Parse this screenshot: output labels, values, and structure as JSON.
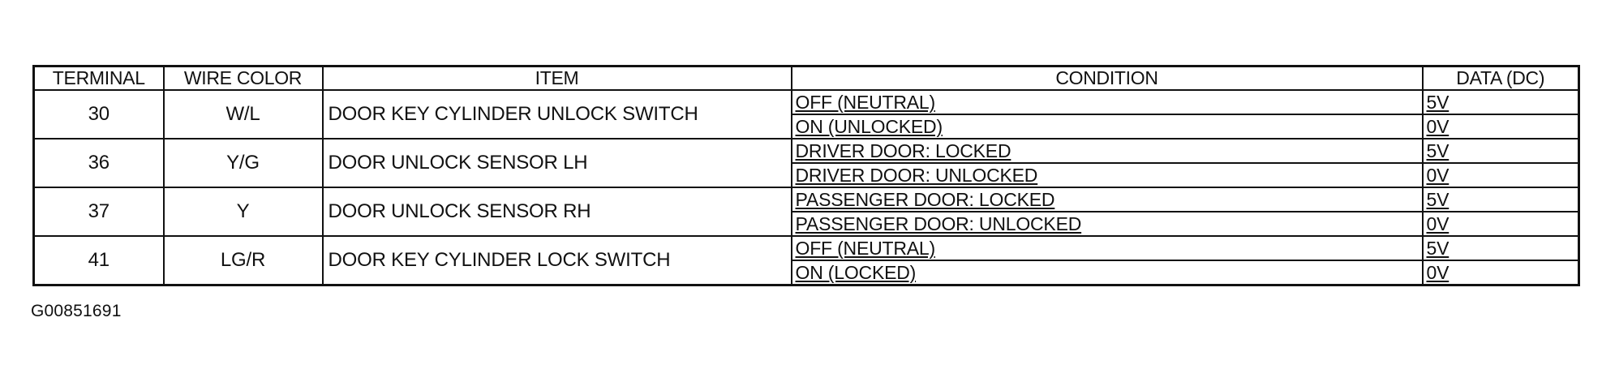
{
  "table": {
    "headers": [
      "TERMINAL",
      "WIRE COLOR",
      "ITEM",
      "CONDITION",
      "DATA (DC)"
    ],
    "rows": [
      {
        "terminal": "30",
        "wire_color": "W/L",
        "item": "DOOR KEY CYLINDER UNLOCK SWITCH",
        "conditions": [
          {
            "condition": "OFF (NEUTRAL)",
            "data": "5V"
          },
          {
            "condition": "ON (UNLOCKED)",
            "data": "0V"
          }
        ]
      },
      {
        "terminal": "36",
        "wire_color": "Y/G",
        "item": "DOOR UNLOCK SENSOR LH",
        "conditions": [
          {
            "condition": "DRIVER DOOR: LOCKED",
            "data": "5V"
          },
          {
            "condition": "DRIVER DOOR: UNLOCKED",
            "data": "0V"
          }
        ]
      },
      {
        "terminal": "37",
        "wire_color": "Y",
        "item": "DOOR UNLOCK SENSOR RH",
        "conditions": [
          {
            "condition": "PASSENGER DOOR: LOCKED",
            "data": "5V"
          },
          {
            "condition": "PASSENGER DOOR: UNLOCKED",
            "data": "0V"
          }
        ]
      },
      {
        "terminal": "41",
        "wire_color": "LG/R",
        "item": "DOOR KEY CYLINDER LOCK SWITCH",
        "conditions": [
          {
            "condition": "OFF (NEUTRAL)",
            "data": "5V"
          },
          {
            "condition": "ON (LOCKED)",
            "data": "0V"
          }
        ]
      }
    ]
  },
  "caption": "G00851691"
}
